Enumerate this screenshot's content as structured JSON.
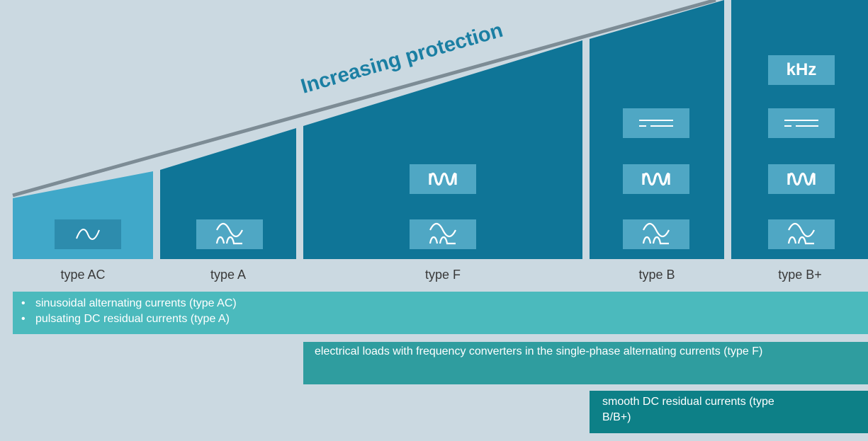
{
  "header": {
    "trend_label": "Increasing protection"
  },
  "types": [
    {
      "key": "ac",
      "label": "type AC"
    },
    {
      "key": "a",
      "label": "type A"
    },
    {
      "key": "f",
      "label": "type F"
    },
    {
      "key": "b",
      "label": "type B"
    },
    {
      "key": "bplus",
      "label": "type B+"
    }
  ],
  "icons": {
    "sine": "sine-wave-icon",
    "pulsating": "pulsating-dc-icon",
    "mixed": "mixed-frequency-icon",
    "dc": "smooth-dc-icon",
    "khz_text": "kHz"
  },
  "bands": {
    "band1_items": [
      "sinusoidal alternating currents (type AC)",
      "pulsating  DC residual currents (type A)"
    ],
    "band2_text": "electrical loads with  frequency converters in the single-phase alternating currents (type F)",
    "band3_text": "smooth DC residual currents (type B/B+)"
  },
  "colors": {
    "background": "#cbd9e1",
    "block_dark": "#0f7597",
    "block_light": "#40a8c9",
    "icon_box": "#4fa7c4",
    "band1": "#4bbabd",
    "band2": "#2f9d9f",
    "band3": "#0d8087",
    "trend_text": "#1b7fa3",
    "trend_line": "#7d8c95"
  }
}
